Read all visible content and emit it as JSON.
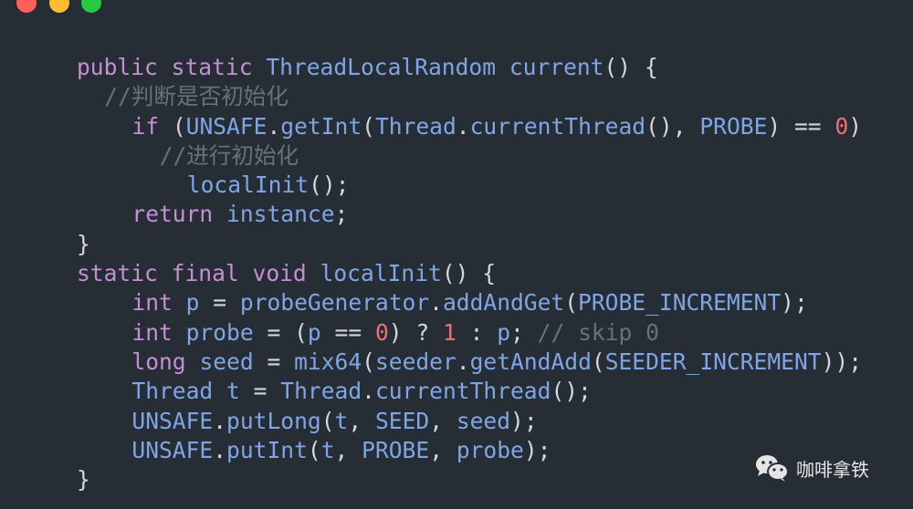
{
  "window": {
    "controls": [
      {
        "name": "close",
        "color": "#fe5f57"
      },
      {
        "name": "minimize",
        "color": "#febc2e"
      },
      {
        "name": "maximize",
        "color": "#28c840"
      }
    ]
  },
  "code": {
    "lines": [
      {
        "indent": 0,
        "tokens": [
          [
            "public",
            "kw"
          ],
          [
            " ",
            "p"
          ],
          [
            "static",
            "kw"
          ],
          [
            " ",
            "p"
          ],
          [
            "ThreadLocalRandom",
            "id"
          ],
          [
            " ",
            "p"
          ],
          [
            "current",
            "id"
          ],
          [
            "() {",
            "p"
          ]
        ]
      },
      {
        "indent": 2,
        "tokens": [
          [
            "//判断是否初始化",
            "cm"
          ]
        ]
      },
      {
        "indent": 4,
        "tokens": [
          [
            "if",
            "kw"
          ],
          [
            " (",
            "p"
          ],
          [
            "UNSAFE",
            "id"
          ],
          [
            ".",
            "p"
          ],
          [
            "getInt",
            "id"
          ],
          [
            "(",
            "p"
          ],
          [
            "Thread",
            "id"
          ],
          [
            ".",
            "p"
          ],
          [
            "currentThread",
            "id"
          ],
          [
            "(), ",
            "p"
          ],
          [
            "PROBE",
            "id"
          ],
          [
            ") == ",
            "p"
          ],
          [
            "0",
            "num"
          ],
          [
            ")",
            "p"
          ]
        ]
      },
      {
        "indent": 6,
        "tokens": [
          [
            "//进行初始化",
            "cm"
          ]
        ]
      },
      {
        "indent": 8,
        "tokens": [
          [
            "localInit",
            "id"
          ],
          [
            "();",
            "p"
          ]
        ]
      },
      {
        "indent": 4,
        "tokens": [
          [
            "return",
            "kw"
          ],
          [
            " ",
            "p"
          ],
          [
            "instance",
            "id"
          ],
          [
            ";",
            "p"
          ]
        ]
      },
      {
        "indent": 0,
        "tokens": [
          [
            "}",
            "p"
          ]
        ]
      },
      {
        "indent": 0,
        "tokens": [
          [
            "static",
            "kw"
          ],
          [
            " ",
            "p"
          ],
          [
            "final",
            "kw"
          ],
          [
            " ",
            "p"
          ],
          [
            "void",
            "kw"
          ],
          [
            " ",
            "p"
          ],
          [
            "localInit",
            "id"
          ],
          [
            "() {",
            "p"
          ]
        ]
      },
      {
        "indent": 4,
        "tokens": [
          [
            "int",
            "kw"
          ],
          [
            " ",
            "p"
          ],
          [
            "p",
            "id"
          ],
          [
            " = ",
            "p"
          ],
          [
            "probeGenerator",
            "id"
          ],
          [
            ".",
            "p"
          ],
          [
            "addAndGet",
            "id"
          ],
          [
            "(",
            "p"
          ],
          [
            "PROBE_INCREMENT",
            "id"
          ],
          [
            ");",
            "p"
          ]
        ]
      },
      {
        "indent": 4,
        "tokens": [
          [
            "int",
            "kw"
          ],
          [
            " ",
            "p"
          ],
          [
            "probe",
            "id"
          ],
          [
            " = (",
            "p"
          ],
          [
            "p",
            "id"
          ],
          [
            " == ",
            "p"
          ],
          [
            "0",
            "num"
          ],
          [
            ") ? ",
            "p"
          ],
          [
            "1",
            "num"
          ],
          [
            " : ",
            "p"
          ],
          [
            "p",
            "id"
          ],
          [
            "; ",
            "p"
          ],
          [
            "// skip 0",
            "cm"
          ]
        ]
      },
      {
        "indent": 4,
        "tokens": [
          [
            "long",
            "kw"
          ],
          [
            " ",
            "p"
          ],
          [
            "seed",
            "id"
          ],
          [
            " = ",
            "p"
          ],
          [
            "mix64",
            "id"
          ],
          [
            "(",
            "p"
          ],
          [
            "seeder",
            "id"
          ],
          [
            ".",
            "p"
          ],
          [
            "getAndAdd",
            "id"
          ],
          [
            "(",
            "p"
          ],
          [
            "SEEDER_INCREMENT",
            "id"
          ],
          [
            "));",
            "p"
          ]
        ]
      },
      {
        "indent": 4,
        "tokens": [
          [
            "Thread",
            "id"
          ],
          [
            " ",
            "p"
          ],
          [
            "t",
            "id"
          ],
          [
            " = ",
            "p"
          ],
          [
            "Thread",
            "id"
          ],
          [
            ".",
            "p"
          ],
          [
            "currentThread",
            "id"
          ],
          [
            "();",
            "p"
          ]
        ]
      },
      {
        "indent": 4,
        "tokens": [
          [
            "UNSAFE",
            "id"
          ],
          [
            ".",
            "p"
          ],
          [
            "putLong",
            "id"
          ],
          [
            "(",
            "p"
          ],
          [
            "t",
            "id"
          ],
          [
            ", ",
            "p"
          ],
          [
            "SEED",
            "id"
          ],
          [
            ", ",
            "p"
          ],
          [
            "seed",
            "id"
          ],
          [
            ");",
            "p"
          ]
        ]
      },
      {
        "indent": 4,
        "tokens": [
          [
            "UNSAFE",
            "id"
          ],
          [
            ".",
            "p"
          ],
          [
            "putInt",
            "id"
          ],
          [
            "(",
            "p"
          ],
          [
            "t",
            "id"
          ],
          [
            ", ",
            "p"
          ],
          [
            "PROBE",
            "id"
          ],
          [
            ", ",
            "p"
          ],
          [
            "probe",
            "id"
          ],
          [
            ");",
            "p"
          ]
        ]
      },
      {
        "indent": 0,
        "tokens": [
          [
            "}",
            "p"
          ]
        ]
      }
    ]
  },
  "watermark": {
    "icon": "wechat-icon",
    "text": "咖啡拿铁"
  }
}
